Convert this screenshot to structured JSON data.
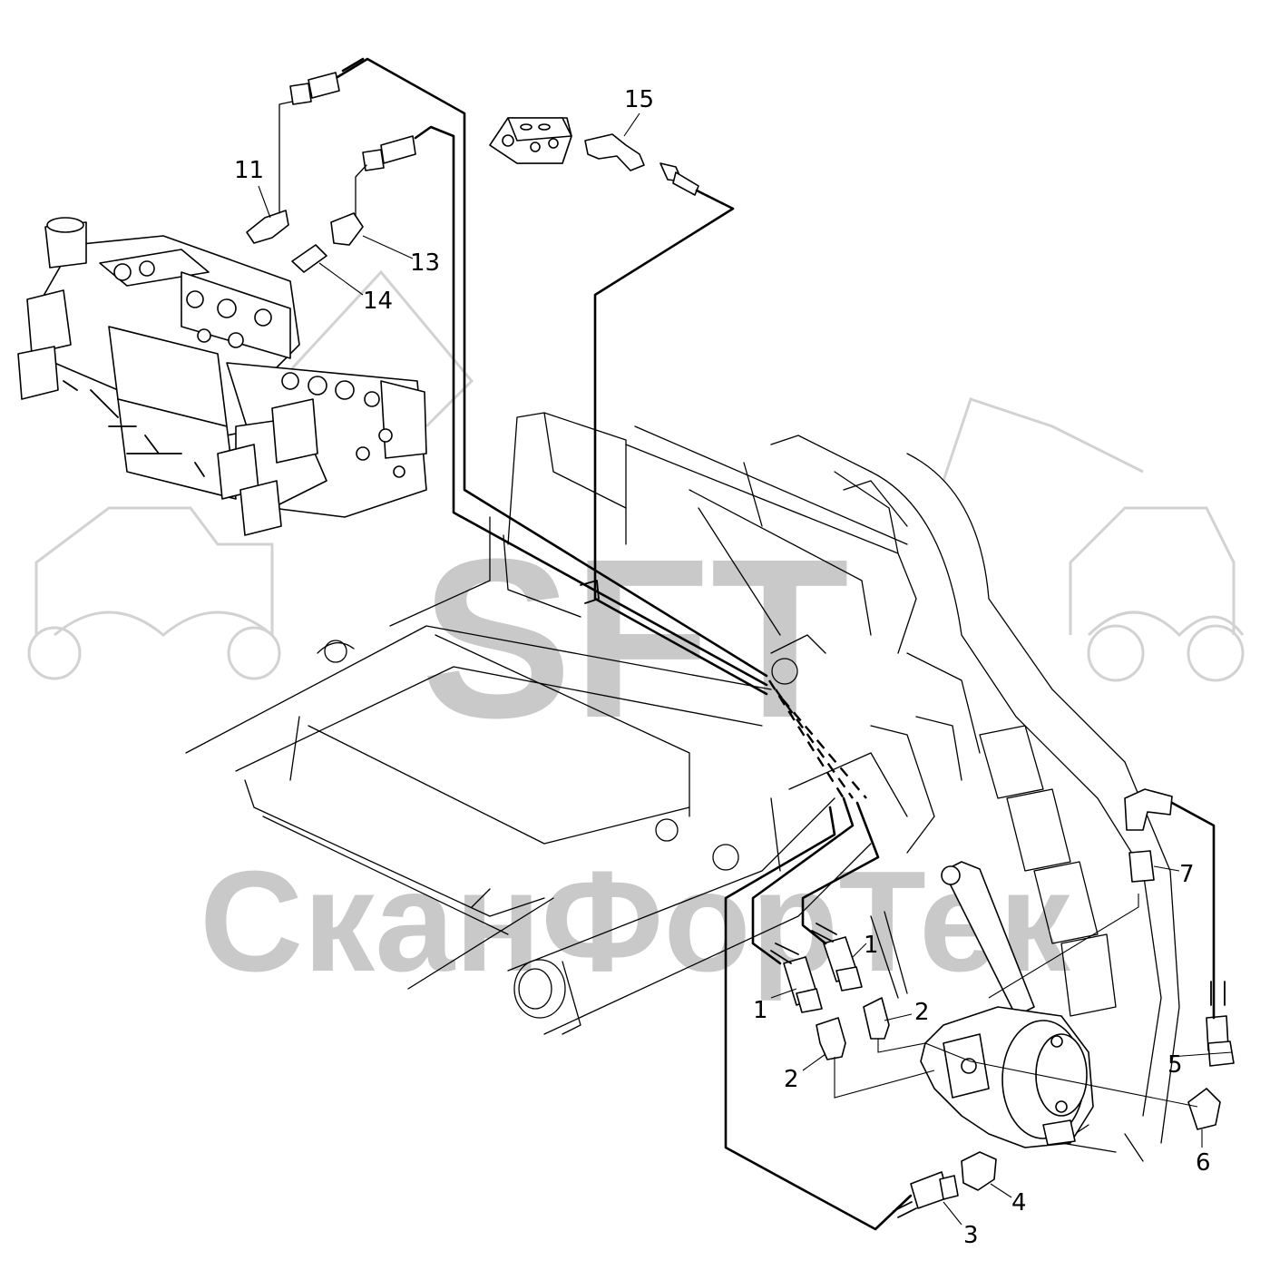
{
  "watermark": {
    "brand": "SFT",
    "company": "СканФорТек",
    "color": "#c9c9c9"
  },
  "callouts": [
    {
      "id": "c1a",
      "label": "1"
    },
    {
      "id": "c1b",
      "label": "1"
    },
    {
      "id": "c2a",
      "label": "2"
    },
    {
      "id": "c2b",
      "label": "2"
    },
    {
      "id": "c3",
      "label": "3"
    },
    {
      "id": "c4",
      "label": "4"
    },
    {
      "id": "c5",
      "label": "5"
    },
    {
      "id": "c6",
      "label": "6"
    },
    {
      "id": "c7",
      "label": "7"
    },
    {
      "id": "c11",
      "label": "11"
    },
    {
      "id": "c13",
      "label": "13"
    },
    {
      "id": "c14",
      "label": "14"
    },
    {
      "id": "c15",
      "label": "15"
    }
  ]
}
